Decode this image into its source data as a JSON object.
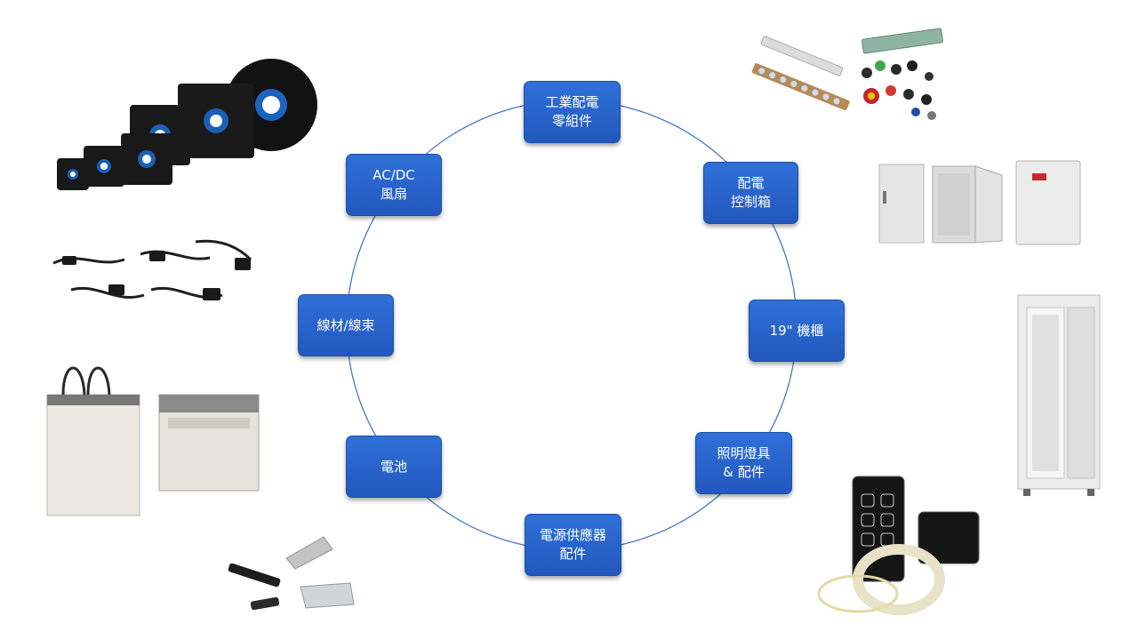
{
  "diagram": {
    "type": "cycle",
    "accent_color": "#2a63c9",
    "ring_color": "#3c6fc0",
    "nodes": [
      {
        "id": "industrial",
        "lines": [
          "工業配電",
          "零組件"
        ]
      },
      {
        "id": "cabinet",
        "lines": [
          "配電",
          "控制箱"
        ]
      },
      {
        "id": "rack",
        "lines": [
          "19\" 機櫃"
        ]
      },
      {
        "id": "lighting",
        "lines": [
          "照明燈具",
          "& 配件"
        ]
      },
      {
        "id": "psu_acc",
        "lines": [
          "電源供應器",
          "配件"
        ]
      },
      {
        "id": "battery",
        "lines": [
          "電池"
        ]
      },
      {
        "id": "cable",
        "lines": [
          "線材/線束"
        ]
      },
      {
        "id": "fan",
        "lines": [
          "AC/DC",
          "風扇"
        ]
      }
    ]
  },
  "images": [
    {
      "name": "terminal-and-switches-product-image"
    },
    {
      "name": "control-enclosures-product-image"
    },
    {
      "name": "server-rack-product-image"
    },
    {
      "name": "led-strip-and-touch-panels-product-image"
    },
    {
      "name": "psu-mounting-accessories-product-image"
    },
    {
      "name": "lead-acid-batteries-product-image"
    },
    {
      "name": "power-cords-product-image"
    },
    {
      "name": "cooling-fans-product-image"
    }
  ]
}
